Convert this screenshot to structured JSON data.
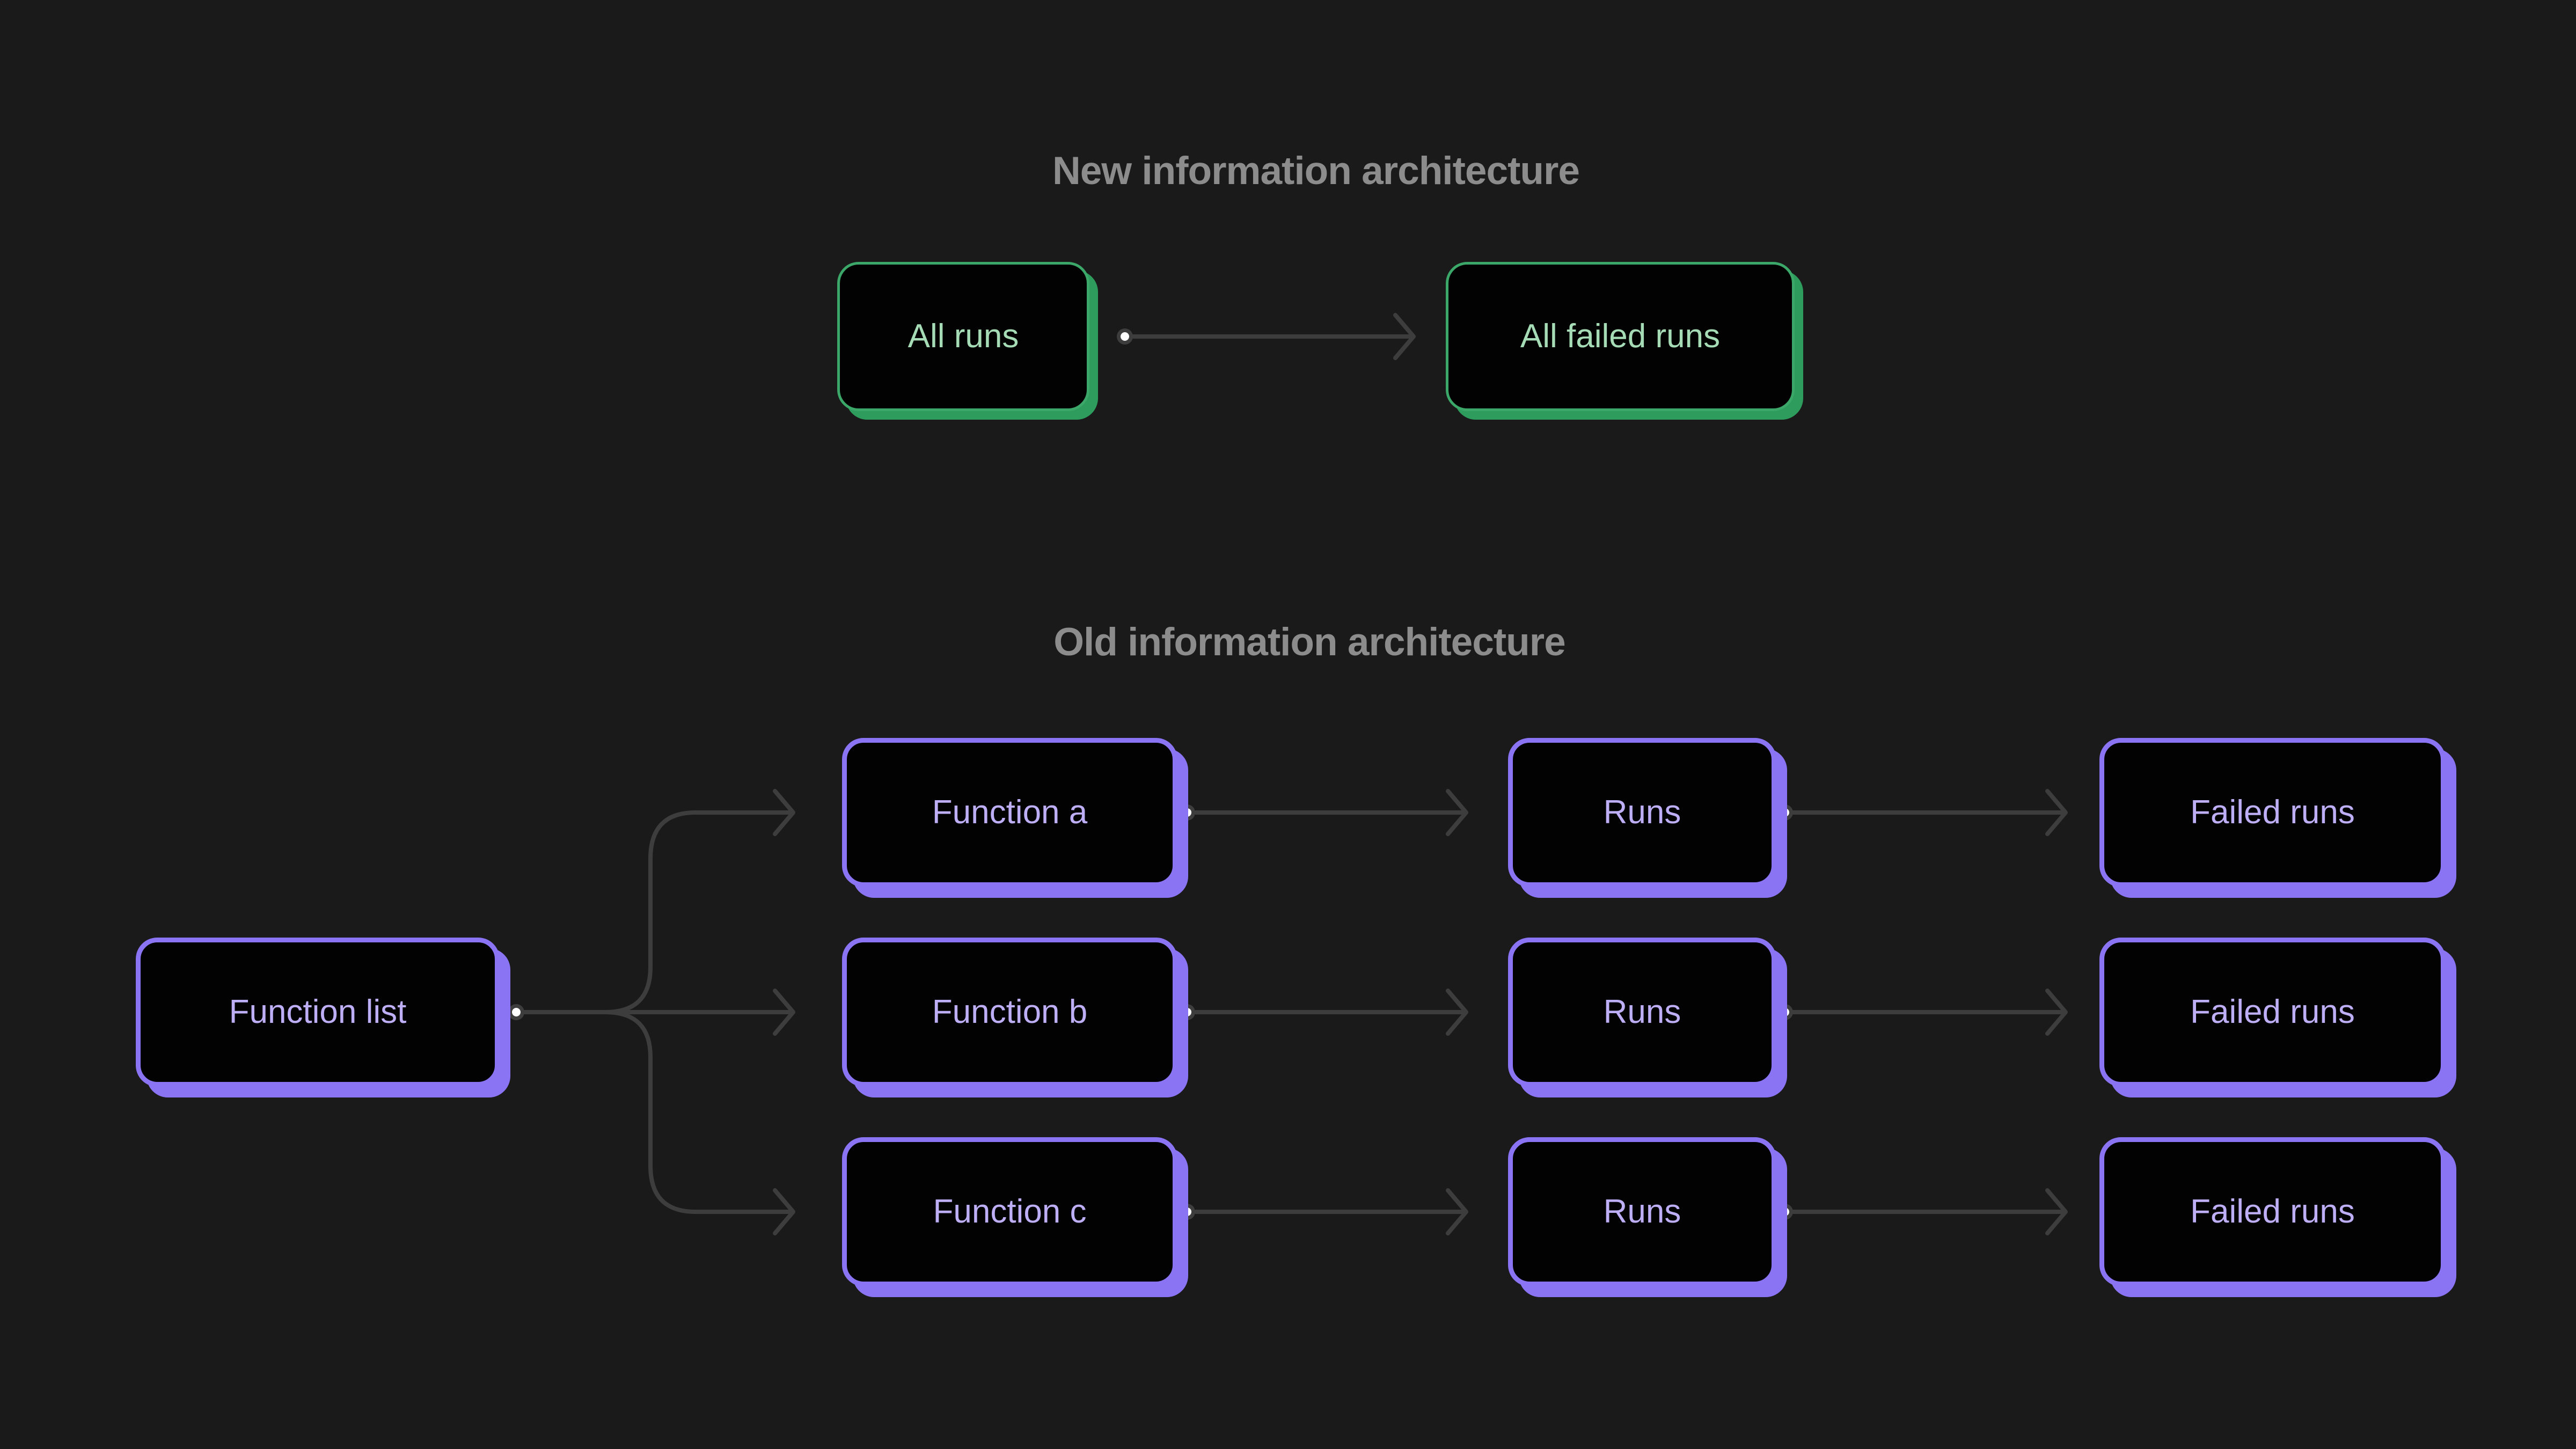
{
  "page": {
    "kind": "diagram",
    "background": "#1a1a1a"
  },
  "colors": {
    "background": "#1a1a1a",
    "node_fill": "#020202",
    "green_border": "#3ba768",
    "green_shadow": "#2d9c5d",
    "green_text": "#a5dcb6",
    "purple_border": "#8b74f3",
    "purple_shadow": "#8b74f3",
    "purple_text": "#bdaef6",
    "connector_line": "#3d3d3d",
    "connector_dot_core": "#ffffff",
    "title_text": "#8c8c8c"
  },
  "connector_style": {
    "origin_marker": "dot",
    "head": "chevron-arrow"
  },
  "sections": {
    "new": {
      "title": "New information architecture",
      "nodes": {
        "all_runs": {
          "label": "All runs",
          "theme": "green"
        },
        "all_failed_runs": {
          "label": "All failed runs",
          "theme": "green"
        }
      },
      "edges": [
        {
          "from": "all_runs",
          "to": "all_failed_runs"
        }
      ]
    },
    "old": {
      "title": "Old information architecture",
      "nodes": {
        "function_list": {
          "label": "Function list",
          "theme": "purple"
        },
        "function_a": {
          "label": "Function a",
          "theme": "purple"
        },
        "function_b": {
          "label": "Function b",
          "theme": "purple"
        },
        "function_c": {
          "label": "Function c",
          "theme": "purple"
        },
        "runs_a": {
          "label": "Runs",
          "theme": "purple"
        },
        "runs_b": {
          "label": "Runs",
          "theme": "purple"
        },
        "runs_c": {
          "label": "Runs",
          "theme": "purple"
        },
        "failed_runs_a": {
          "label": "Failed runs",
          "theme": "purple"
        },
        "failed_runs_b": {
          "label": "Failed runs",
          "theme": "purple"
        },
        "failed_runs_c": {
          "label": "Failed runs",
          "theme": "purple"
        }
      },
      "edges": [
        {
          "from": "function_list",
          "to": "function_a"
        },
        {
          "from": "function_list",
          "to": "function_b"
        },
        {
          "from": "function_list",
          "to": "function_c"
        },
        {
          "from": "function_a",
          "to": "runs_a"
        },
        {
          "from": "function_b",
          "to": "runs_b"
        },
        {
          "from": "function_c",
          "to": "runs_c"
        },
        {
          "from": "runs_a",
          "to": "failed_runs_a"
        },
        {
          "from": "runs_b",
          "to": "failed_runs_b"
        },
        {
          "from": "runs_c",
          "to": "failed_runs_c"
        }
      ]
    }
  }
}
